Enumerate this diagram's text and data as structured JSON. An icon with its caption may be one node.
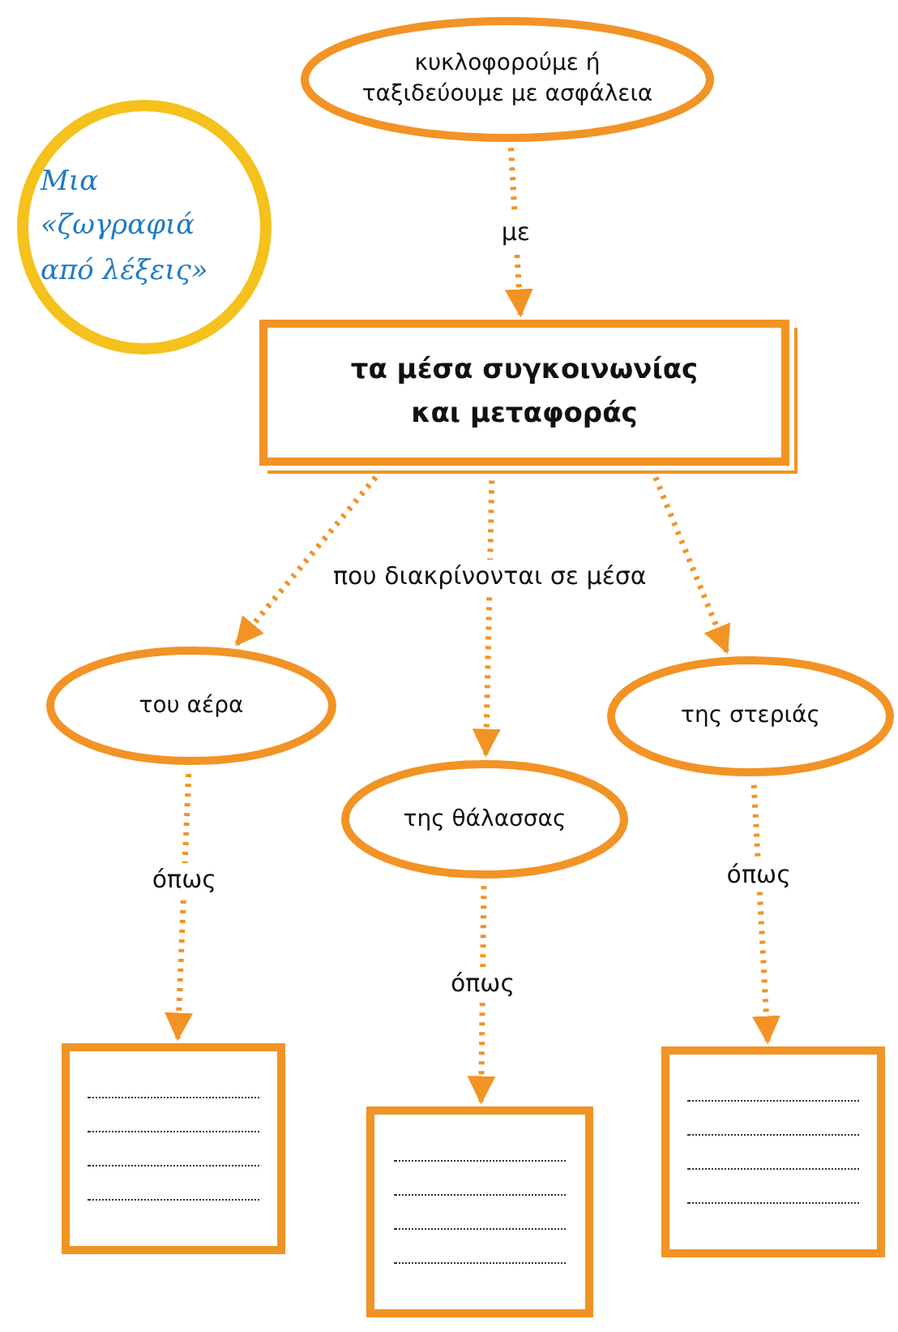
{
  "diagram": {
    "nodes": [
      {
        "text": [
          "Μια «ζωγραφιά από λέξεις»"
        ]
      },
      {
        "text": [
          "κυκλοφορούμε ή ταξιδεύουμε με ασφάλεια"
        ]
      },
      {
        "text": [
          "τα μέσα συγκοινωνίας και μεταφοράς"
        ]
      },
      {
        "text": [
          "του αέρα"
        ]
      },
      {
        "text": [
          "της θάλασσας"
        ]
      },
      {
        "text": [
          "της στεριάς"
        ]
      },
      {
        "text": [],
        "shape": "box"
      },
      {
        "text": [],
        "shape": "box"
      },
      {
        "text": [],
        "shape": "box"
      }
    ],
    "edges": [
      {
        "from": 1,
        "to": 2,
        "arrow": "to",
        "label": "με",
        "style": "dashed"
      },
      {
        "from": 2,
        "to": 3,
        "arrow": "to",
        "style": "dashed"
      },
      {
        "from": 2,
        "to": 4,
        "arrow": "to",
        "label": "που διακρίνονται σε μέσα",
        "style": "dashed"
      },
      {
        "from": 2,
        "to": 5,
        "arrow": "to",
        "style": "dashed"
      },
      {
        "from": 3,
        "to": 6,
        "arrow": "to",
        "label": "όπως",
        "style": "dashed"
      },
      {
        "from": 4,
        "to": 7,
        "arrow": "to",
        "label": "όπως",
        "style": "dashed"
      },
      {
        "from": 5,
        "to": 8,
        "arrow": "to",
        "label": "όπως",
        "style": "dashed"
      }
    ]
  }
}
